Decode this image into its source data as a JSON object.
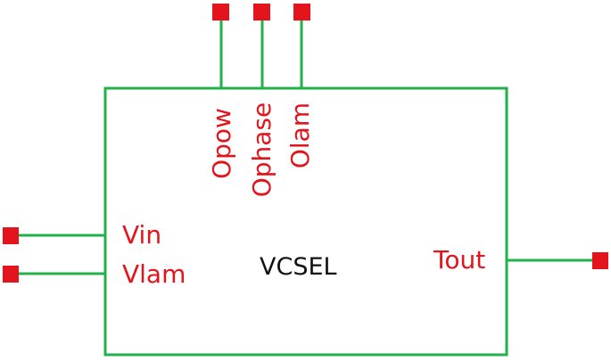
{
  "block": {
    "name": "VCSEL",
    "border_color": "#22b04a",
    "label_color": "#111111"
  },
  "ports": {
    "color": "#e3141b",
    "wire_color": "#22b04a",
    "top": [
      "Opow",
      "Ophase",
      "Olam"
    ],
    "left": [
      "Vin",
      "Vlam"
    ],
    "right": [
      "Tout"
    ]
  }
}
